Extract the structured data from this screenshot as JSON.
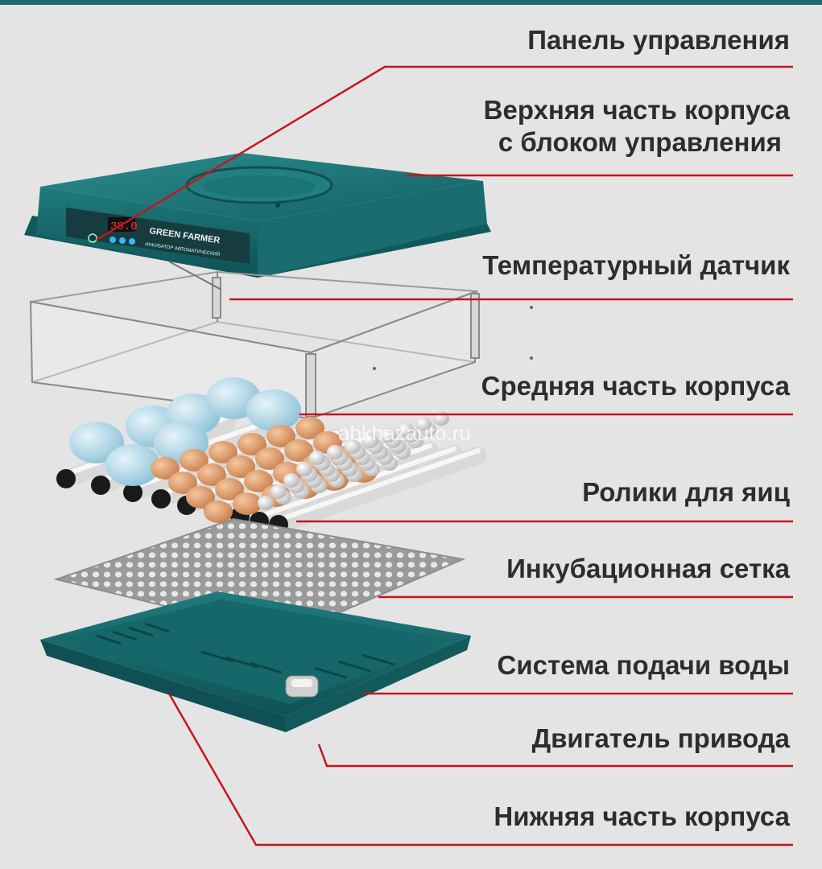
{
  "labels": {
    "control_panel": "Панель управления",
    "upper_body_line1": "Верхняя часть корпуса",
    "upper_body_line2": "с блоком управления",
    "temp_sensor": "Температурный датчик",
    "middle_body": "Средняя часть корпуса",
    "egg_rollers": "Ролики для яиц",
    "incubation_grid": "Инкубационная сетка",
    "water_system": "Система подачи воды",
    "drive_motor": "Двигатель привода",
    "lower_body": "Нижняя часть корпуса"
  },
  "device": {
    "brand": "GREEN FARMER",
    "subtitle": "ИНКУБАТОР АВТОМАТИЧЕСКИЙ",
    "display": "38.0"
  },
  "watermark": "abkhazauto.ru",
  "colors": {
    "leader_line": "#c4161c",
    "housing_teal": "#1b6e70",
    "background": "#e4e4e5"
  }
}
